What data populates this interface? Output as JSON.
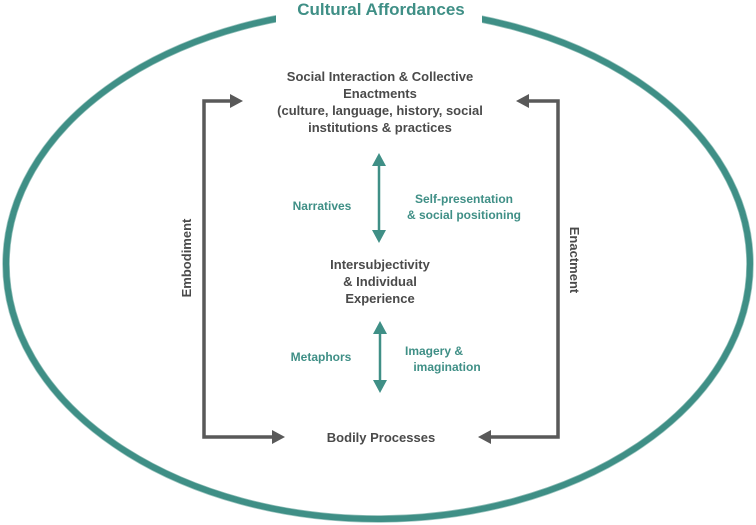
{
  "colors": {
    "teal": "#3f8f86",
    "dark": "#4a4a4a",
    "arrow_gray": "#595959",
    "background": "#ffffff"
  },
  "diagram": {
    "title": "Cultural Affordances",
    "nodes": {
      "top": {
        "line1": "Social Interaction & Collective",
        "line2": "Enactments",
        "line3": "(culture, language, history, social",
        "line4": "institutions & practices"
      },
      "middle": {
        "line1": "Intersubjectivity",
        "line2": "& Individual",
        "line3": "Experience"
      },
      "bottom": {
        "line1": "Bodily Processes"
      }
    },
    "labels": {
      "narratives": "Narratives",
      "self_presentation_line1": "Self-presentation",
      "self_presentation_line2": "& social positioning",
      "metaphors": "Metaphors",
      "imagery_line1": "Imagery &",
      "imagery_line2": "imagination"
    },
    "side_labels": {
      "left": "Embodiment",
      "right": "Enactment"
    }
  }
}
